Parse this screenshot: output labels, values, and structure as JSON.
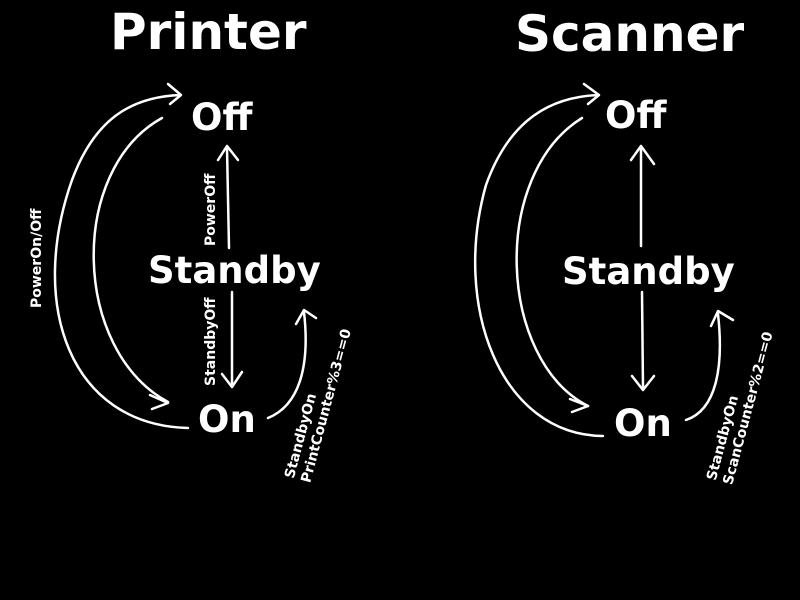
{
  "printer": {
    "title": "Printer",
    "states": {
      "off": "Off",
      "standby": "Standby",
      "on": "On"
    },
    "transitions": {
      "power_on_off": "PowerOn/Off",
      "power_off": "PowerOff",
      "standby_off": "StandbyOff",
      "standby_on": "StandbyOn",
      "standby_on_condition": "PrintCounter%3==0"
    }
  },
  "scanner": {
    "title": "Scanner",
    "states": {
      "off": "Off",
      "standby": "Standby",
      "on": "On"
    },
    "transitions": {
      "standby_on": "StandbyOn",
      "standby_on_condition": "ScanCounter%2==0"
    }
  },
  "colors": {
    "background": "#000000",
    "foreground": "#ffffff"
  }
}
